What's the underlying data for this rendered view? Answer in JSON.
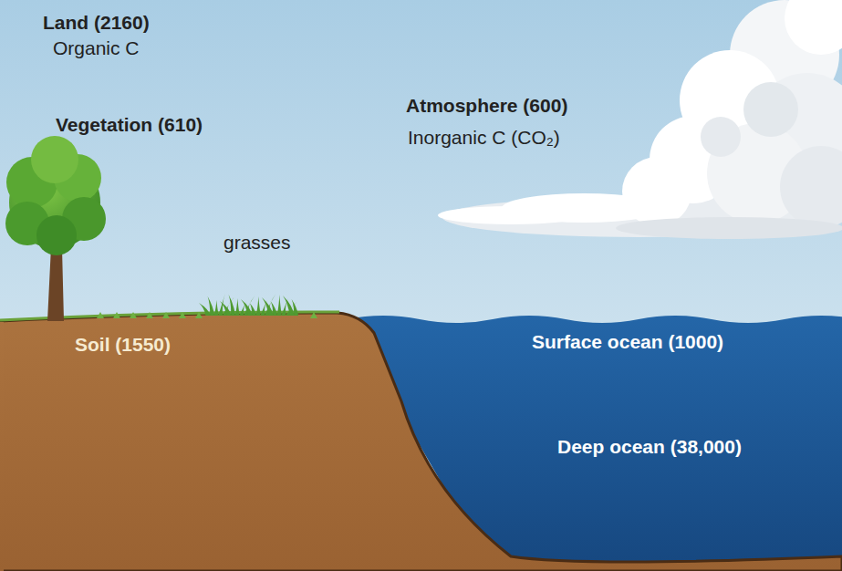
{
  "diagram": {
    "labels": [
      "Land (2160)",
      "Organic C",
      "Vegetation (610)",
      "grasses",
      "Atmosphere (600)",
      "Inorganic C (CO₂)",
      "Soil (1550)",
      "Surface ocean (1000)",
      "Deep ocean (38,000)"
    ]
  }
}
